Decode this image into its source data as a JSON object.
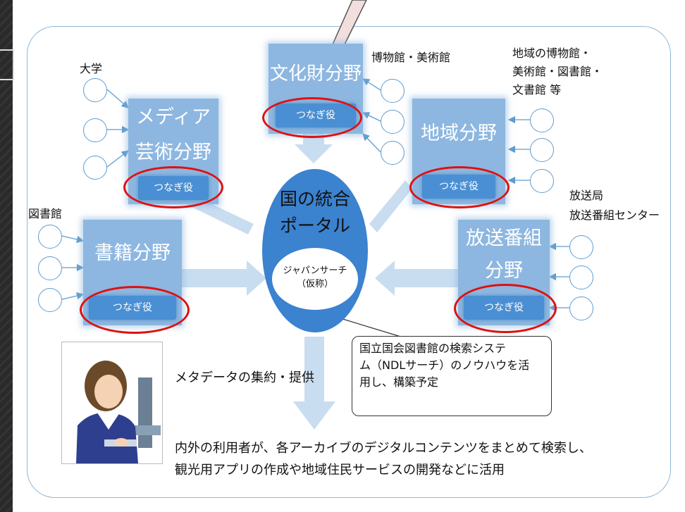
{
  "sectors": {
    "media": {
      "line1": "メディア",
      "line2": "芸術分野",
      "role": "つなぎ役"
    },
    "culture": {
      "title": "文化財分野",
      "role": "つなぎ役"
    },
    "region": {
      "title": "地域分野",
      "role": "つなぎ役"
    },
    "books": {
      "title": "書籍分野",
      "role": "つなぎ役"
    },
    "broadcast": {
      "line1": "放送番組",
      "line2": "分野",
      "role": "つなぎ役"
    }
  },
  "sources": {
    "university": "大学",
    "library": "図書館",
    "museum": "博物館・美術館",
    "regional": [
      "地域の博物館・",
      "美術館・図書館・",
      "文書館 等"
    ],
    "broadcaster": [
      "放送局",
      "放送番組センター"
    ]
  },
  "portal": {
    "line1": "国の統合",
    "line2": "ポータル",
    "sub1": "ジャパンサーチ",
    "sub2": "（仮称）"
  },
  "callout": [
    "国立国会図書館の検索システ",
    "ム（NDLサーチ）のノウハウを活",
    "用し、構築予定"
  ],
  "flow_label": "メタデータの集約・提供",
  "bottom_text": [
    "内外の利用者が、各アーカイブのデジタルコンテンツをまとめて検索し、",
    "観光用アプリの作成や地域住民サービスの開発などに活用"
  ],
  "colors": {
    "sector": "#8db7e0",
    "role_box": "#4a8fd3",
    "portal": "#3b82cf",
    "highlight_ring": "#e01010",
    "pointer_arrow": "#f3dede"
  }
}
